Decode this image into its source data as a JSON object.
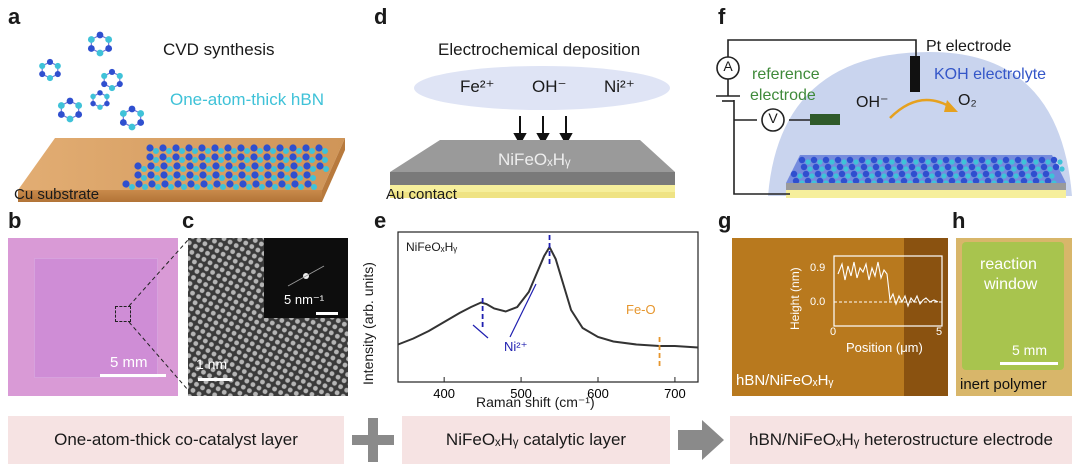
{
  "panels": {
    "a": {
      "label": "a",
      "title": "CVD synthesis",
      "hbn_label": "One-atom-thick hBN",
      "substrate_label": "Cu substrate"
    },
    "b": {
      "label": "b",
      "scale": "5 mm"
    },
    "c": {
      "label": "c",
      "scale": "1 nm",
      "inset_scale": "5 nm⁻¹"
    },
    "d": {
      "label": "d",
      "title": "Electrochemical deposition",
      "ions": [
        "Fe²⁺",
        "OH⁻",
        "Ni²⁺"
      ],
      "film_label": "NiFeOₓHᵧ",
      "contact_label": "Au contact"
    },
    "e": {
      "label": "e"
    },
    "f": {
      "label": "f",
      "pt_label": "Pt electrode",
      "ref_label_1": "reference",
      "ref_label_2": "electrode",
      "koh_label": "KOH electrolyte",
      "oh_label": "OH⁻",
      "o2_label": "O₂",
      "ammeter": "A",
      "voltmeter": "V"
    },
    "g": {
      "label": "g",
      "caption": "hBN/NiFeOₓHᵧ",
      "inset_ylabel": "Height (nm)",
      "inset_xlabel": "Position (μm)",
      "inset_yticks": [
        "0.9",
        "0.0"
      ],
      "inset_xticks": [
        "0",
        "5"
      ]
    },
    "h": {
      "label": "h",
      "window_1": "reaction",
      "window_2": "window",
      "scale": "5 mm",
      "polymer_label": "inert polymer"
    }
  },
  "footer": {
    "box1": "One-atom-thick co-catalyst layer",
    "plus": "+",
    "box2": "NiFeOₓHᵧ catalytic layer",
    "box3": "hBN/NiFeOₓHᵧ heterostructure electrode"
  },
  "colors": {
    "copper": "#d9a46a",
    "au": "#f6ef9c",
    "boron": "#2f4fcf",
    "nitrogen": "#3fc2d8",
    "electrolyte": "#c9d4ee",
    "ref_electrode": "#2f5a2a",
    "curve": "#333333",
    "marker_ni": "#1f1fb0",
    "marker_fe": "#e6962d",
    "afm": "#b8791e",
    "h_window": "#a8c44e",
    "footer_box": "#f6e3e3"
  },
  "chart_data": {
    "type": "line",
    "title": "NiFeOₓHᵧ",
    "xlabel": "Raman shift (cm⁻¹)",
    "ylabel": "Intensity (arb. units)",
    "xlim": [
      340,
      730
    ],
    "ylim": [
      0,
      1
    ],
    "xticks": [
      "400",
      "500",
      "600",
      "700"
    ],
    "grid": false,
    "series": [
      {
        "x": [
          340,
          360,
          380,
          400,
          420,
          435,
          448,
          455,
          465,
          480,
          495,
          510,
          520,
          530,
          537,
          545,
          555,
          565,
          580,
          600,
          620,
          650,
          680,
          700,
          730
        ],
        "y": [
          0.25,
          0.29,
          0.34,
          0.4,
          0.46,
          0.5,
          0.53,
          0.52,
          0.49,
          0.47,
          0.5,
          0.6,
          0.72,
          0.84,
          0.9,
          0.82,
          0.65,
          0.48,
          0.36,
          0.3,
          0.27,
          0.25,
          0.24,
          0.24,
          0.23
        ]
      }
    ],
    "annotations": [
      {
        "label": "Ni²⁺",
        "positions": [
          450,
          537
        ],
        "color": "#1f1fb0"
      },
      {
        "label": "Fe-O",
        "positions": [
          680
        ],
        "color": "#e6962d"
      }
    ]
  }
}
